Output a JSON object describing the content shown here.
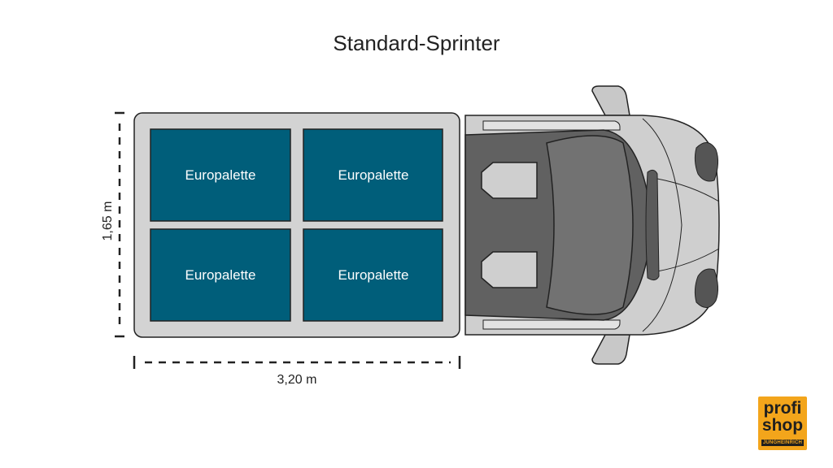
{
  "title": "Standard-Sprinter",
  "colors": {
    "pallet": "#005e7a",
    "cargo_bed": "#d3d3d3",
    "cab_body": "#cfcfcf",
    "cab_dark": "#6b6b6b",
    "outline": "#222222"
  },
  "pallets": [
    {
      "label": "Europalette"
    },
    {
      "label": "Europalette"
    },
    {
      "label": "Europalette"
    },
    {
      "label": "Europalette"
    }
  ],
  "dimensions": {
    "width_label": "1,65 m",
    "length_label": "3,20 m"
  },
  "logo": {
    "line1": "profi",
    "line2": "shop",
    "line3": "JUNGHEINRICH"
  }
}
